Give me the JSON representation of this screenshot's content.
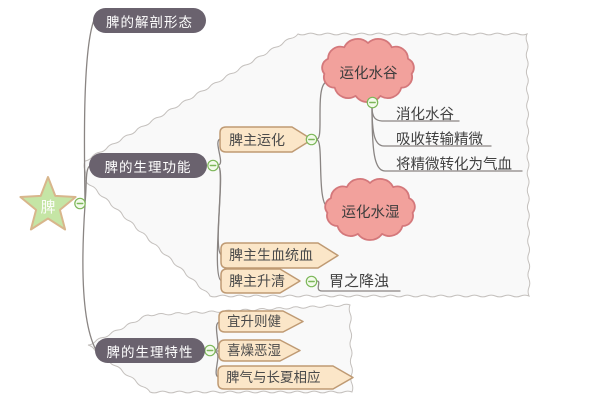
{
  "root": {
    "label": "脾"
  },
  "branches": [
    {
      "label": "脾的解剖形态",
      "children": []
    },
    {
      "label": "脾的生理功能",
      "children": [
        {
          "label": "脾主运化",
          "children": [
            {
              "label": "运化水谷",
              "children": [
                {
                  "label": "消化水谷"
                },
                {
                  "label": "吸收转输精微"
                },
                {
                  "label": "将精微转化为气血"
                }
              ]
            },
            {
              "label": "运化水湿"
            }
          ]
        },
        {
          "label": "脾主生血统血"
        },
        {
          "label": "脾主升清",
          "children": [
            {
              "label": "胃之降浊"
            }
          ]
        }
      ]
    },
    {
      "label": "脾的生理特性",
      "children": [
        {
          "label": "宜升则健"
        },
        {
          "label": "喜燥恶湿"
        },
        {
          "label": "脾气与长夏相应"
        }
      ]
    }
  ],
  "icons": {
    "collapse": "minus-in-circle"
  },
  "colors": {
    "branch_bg": "#6a626e",
    "branch_text": "#ffffff",
    "topic_bg": "#fbe6c8",
    "topic_border": "#bf9a73",
    "cloud_bg": "#f2a19c",
    "cloud_border": "#d4787b",
    "star_bg": "#c5e5a5",
    "star_border": "#d8b68c",
    "green": "#7db75a",
    "line": "#8a8583",
    "boundary_bg": "#f9f9f9",
    "boundary_border": "#c4c0bd",
    "text": "#4a4a4a"
  }
}
